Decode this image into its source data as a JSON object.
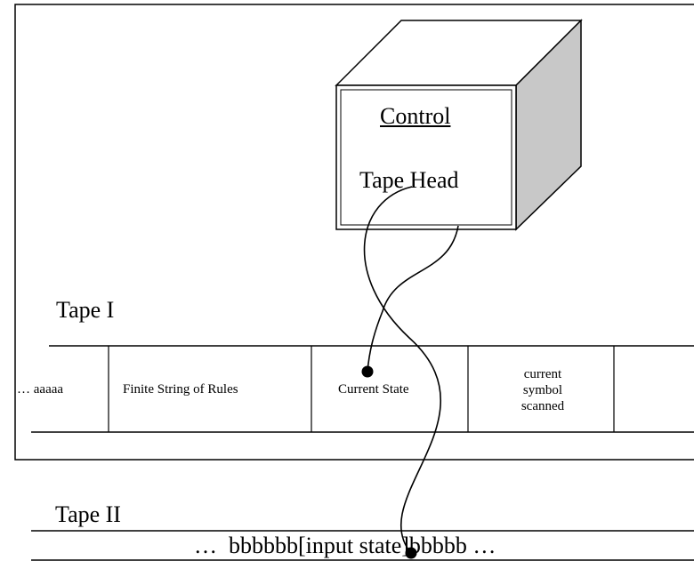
{
  "control_box": {
    "title": "Control",
    "tape_head": "Tape Head"
  },
  "tape1": {
    "label": "Tape I",
    "cells": [
      "… aaaaa",
      "Finite String of Rules",
      "Current State",
      "current\nsymbol\nscanned"
    ]
  },
  "tape2": {
    "label": "Tape II",
    "content": "…  bbbbbb[input state]bbbbb …"
  }
}
